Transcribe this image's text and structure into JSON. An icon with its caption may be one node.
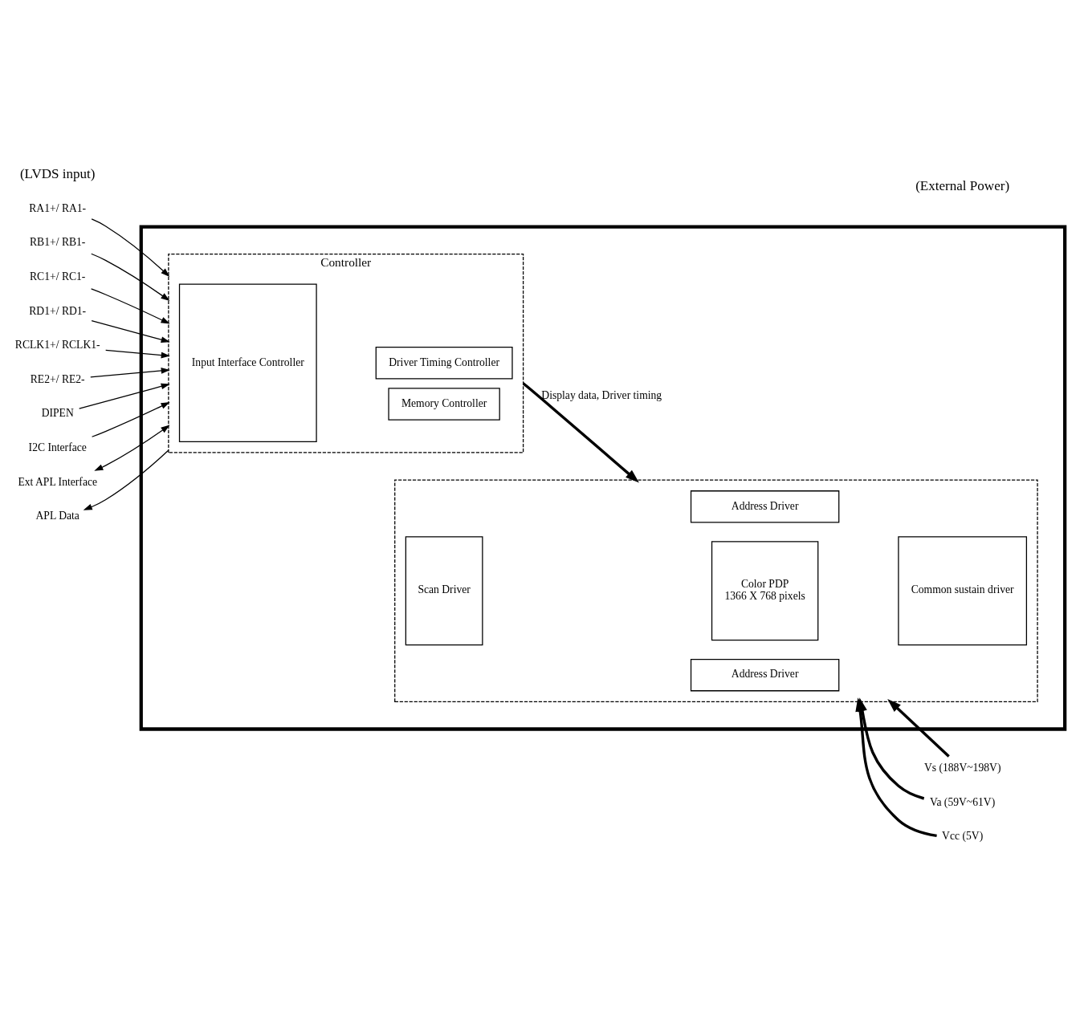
{
  "diagram": {
    "nodes": [
      {
        "text": [],
        "shape": "box"
      },
      {
        "text": [
          "Controller"
        ],
        "in": 0
      },
      {
        "text": [
          "Input Interface Controller"
        ],
        "in": 1
      },
      {
        "text": [
          "Memory Controller"
        ],
        "in": 1
      },
      {
        "text": [
          "Driver Timing Controller"
        ],
        "in": 1
      },
      {
        "text": [],
        "shape": "box",
        "in": 0
      },
      {
        "text": [
          "Address Driver"
        ],
        "in": 5
      },
      {
        "text": [
          "Scan Driver"
        ],
        "in": 5
      },
      {
        "text": [
          "Color PDP",
          "1366 X 768 pixels"
        ],
        "in": 5
      },
      {
        "text": [
          "Common sustain driver"
        ],
        "in": 5
      },
      {
        "text": [
          "Address Driver"
        ],
        "in": 5
      },
      {
        "text": [
          "RA1+/ RA1-"
        ]
      },
      {
        "text": [
          "RB1+/ RB1-"
        ]
      },
      {
        "text": [
          "RC1+/ RC1-"
        ]
      },
      {
        "text": [
          "RD1+/ RD1-"
        ]
      },
      {
        "text": [
          "RCLK1+/ RCLK1-"
        ]
      },
      {
        "text": [
          "RE2+/ RE2-"
        ]
      },
      {
        "text": [
          "DIPEN"
        ]
      },
      {
        "text": [
          "I2C Interface"
        ]
      },
      {
        "text": [
          "Ext APL Interface"
        ]
      },
      {
        "text": [
          "APL Data"
        ]
      },
      {
        "text": [
          "Vs (188V~198V)"
        ]
      },
      {
        "text": [
          "Va (59V~61V)"
        ]
      },
      {
        "text": [
          "Vcc (5V)"
        ]
      }
    ],
    "edges": [
      {
        "from": 11,
        "to": 1,
        "arrow": "to"
      },
      {
        "from": 12,
        "to": 1,
        "arrow": "to"
      },
      {
        "from": 13,
        "to": 1,
        "arrow": "to"
      },
      {
        "from": 14,
        "to": 1,
        "arrow": "to"
      },
      {
        "from": 15,
        "to": 1,
        "arrow": "to"
      },
      {
        "from": 16,
        "to": 1,
        "arrow": "to"
      },
      {
        "from": 17,
        "to": 1,
        "arrow": "to"
      },
      {
        "from": 18,
        "to": 1,
        "arrow": "to"
      },
      {
        "from": 19,
        "to": 1,
        "arrow": "both"
      },
      {
        "from": 1,
        "to": 20,
        "arrow": "to"
      },
      {
        "from": 1,
        "to": 5,
        "arrow": "to",
        "label": "Display data, Driver timing",
        "style": "thick"
      },
      {
        "from": 21,
        "to": 5,
        "arrow": "to",
        "style": "thick"
      },
      {
        "from": 22,
        "to": 5,
        "arrow": "to",
        "style": "thick"
      },
      {
        "from": 23,
        "to": 5,
        "arrow": "to",
        "style": "thick"
      }
    ],
    "labels": [
      "(LVDS input)",
      "(External Power)"
    ]
  }
}
